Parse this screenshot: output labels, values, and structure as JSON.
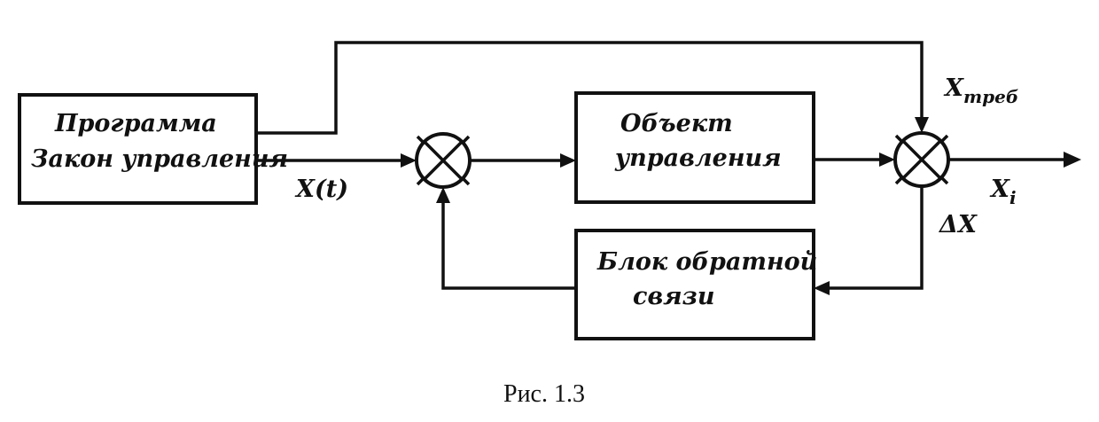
{
  "diagram": {
    "blocks": {
      "program": {
        "line1": "Программа",
        "line2": "Закон управления"
      },
      "object": {
        "line1": "Объект",
        "line2": "управления"
      },
      "feedback": {
        "line1": "Блок обратной",
        "line2": "связи"
      }
    },
    "signals": {
      "x_t": "X(t)",
      "x_req": "X",
      "x_req_sub": "треб",
      "x_i": "X",
      "x_i_sub": "i",
      "delta_x": "ΔX"
    }
  },
  "caption": "Рис. 1.3"
}
